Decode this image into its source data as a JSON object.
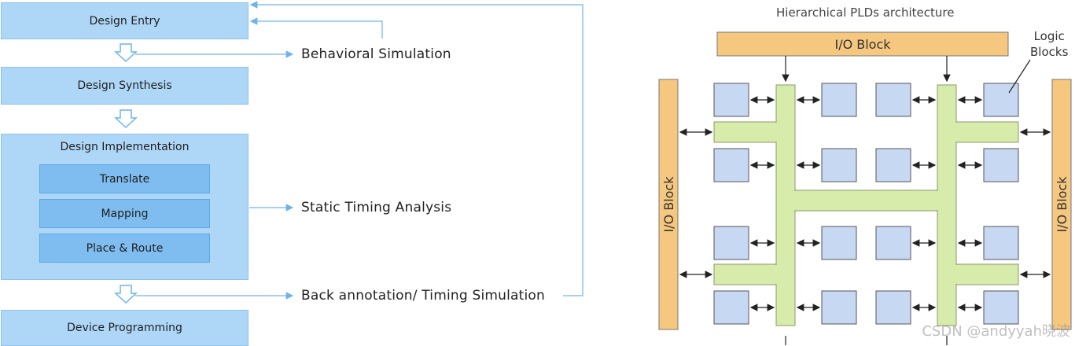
{
  "flow": {
    "design_entry": "Design Entry",
    "design_synthesis": "Design Synthesis",
    "design_implementation": "Design Implementation",
    "translate": "Translate",
    "mapping": "Mapping",
    "place_route": "Place & Route",
    "device_programming": "Device Programming",
    "behavioral_simulation": "Behavioral Simulation",
    "static_timing_analysis": "Static Timing Analysis",
    "back_annotation": "Back annotation/ Timing Simulation"
  },
  "architecture": {
    "title": "Hierarchical PLDs architecture",
    "io_block_top": "I/O Block",
    "io_block_left": "I/O Block",
    "io_block_right": "I/O Block",
    "logic_blocks_line1": "Logic",
    "logic_blocks_line2": "Blocks"
  },
  "watermark": "CSDN @andyyah晓波",
  "colors": {
    "stage_box": "#aed6f7",
    "sub_box": "#7fbdf0",
    "io_block": "#f6c77e",
    "interconnect": "#d7ecaa",
    "logic_block": "#c7d8f2",
    "connector": "#6fb3ea"
  }
}
